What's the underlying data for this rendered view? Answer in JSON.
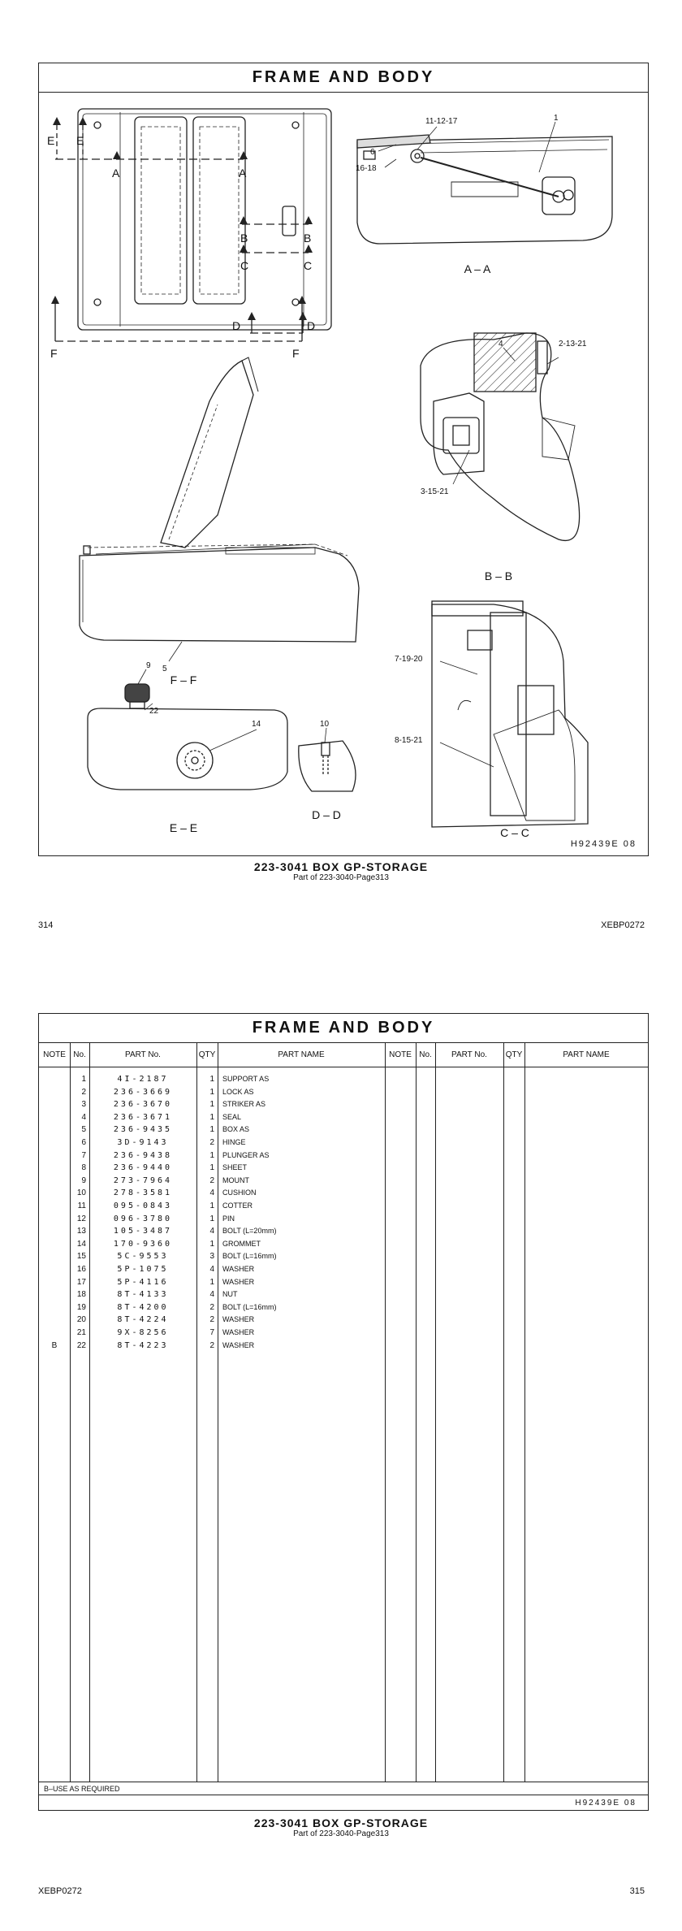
{
  "top_page": {
    "section_title": "FRAME AND BODY",
    "figure_code": "H92439E  08",
    "caption_main": "223-3041  BOX GP-STORAGE",
    "caption_sub": "Part of 223-3040-Page313",
    "page_number": "314",
    "doc_code": "XEBP0272",
    "view_labels": {
      "aa": "A – A",
      "bb": "B – B",
      "ff": "F – F",
      "ee": "E – E",
      "dd": "D – D",
      "cc": "C – C"
    },
    "section_markers": {
      "a": "A",
      "b": "B",
      "c": "C",
      "d": "D",
      "e": "E",
      "f": "F"
    },
    "callouts": {
      "c_11_12_17": "11-12-17",
      "c_1": "1",
      "c_6": "6",
      "c_16_18": "16-18",
      "c_4": "4",
      "c_2_13_21": "2-13-21",
      "c_3_15_21": "3-15-21",
      "c_5": "5",
      "c_7_19_20": "7-19-20",
      "c_8_15_21": "8-15-21",
      "c_9": "9",
      "c_22": "22",
      "c_14": "14",
      "c_10": "10"
    }
  },
  "bottom_page": {
    "section_title": "FRAME AND BODY",
    "headers": {
      "note": "NOTE",
      "no": "No.",
      "part_no": "PART No.",
      "qty": "QTY",
      "part_name": "PART NAME",
      "note2": "NOTE",
      "no2": "No.",
      "part_no2": "PART No.",
      "qty2": "QTY",
      "part_name2": "PART NAME"
    },
    "parts": [
      {
        "note": "",
        "no": "1",
        "part_no": "4I-2187",
        "qty": "1",
        "name": "SUPPORT AS"
      },
      {
        "note": "",
        "no": "2",
        "part_no": "236-3669",
        "qty": "1",
        "name": "LOCK AS"
      },
      {
        "note": "",
        "no": "3",
        "part_no": "236-3670",
        "qty": "1",
        "name": "STRIKER AS"
      },
      {
        "note": "",
        "no": "4",
        "part_no": "236-3671",
        "qty": "1",
        "name": "SEAL"
      },
      {
        "note": "",
        "no": "5",
        "part_no": "236-9435",
        "qty": "1",
        "name": "BOX AS"
      },
      {
        "note": "",
        "no": "6",
        "part_no": "3D-9143",
        "qty": "2",
        "name": "HINGE"
      },
      {
        "note": "",
        "no": "7",
        "part_no": "236-9438",
        "qty": "1",
        "name": "PLUNGER AS"
      },
      {
        "note": "",
        "no": "8",
        "part_no": "236-9440",
        "qty": "1",
        "name": "SHEET"
      },
      {
        "note": "",
        "no": "9",
        "part_no": "273-7964",
        "qty": "2",
        "name": "MOUNT"
      },
      {
        "note": "",
        "no": "10",
        "part_no": "278-3581",
        "qty": "4",
        "name": "CUSHION"
      },
      {
        "note": "",
        "no": "11",
        "part_no": "095-0843",
        "qty": "1",
        "name": "COTTER"
      },
      {
        "note": "",
        "no": "12",
        "part_no": "096-3780",
        "qty": "1",
        "name": "PIN"
      },
      {
        "note": "",
        "no": "13",
        "part_no": "105-3487",
        "qty": "4",
        "name": "BOLT (L=20mm)"
      },
      {
        "note": "",
        "no": "14",
        "part_no": "170-9360",
        "qty": "1",
        "name": "GROMMET"
      },
      {
        "note": "",
        "no": "15",
        "part_no": "5C-9553",
        "qty": "3",
        "name": "BOLT (L=16mm)"
      },
      {
        "note": "",
        "no": "16",
        "part_no": "5P-1075",
        "qty": "4",
        "name": "WASHER"
      },
      {
        "note": "",
        "no": "17",
        "part_no": "5P-4116",
        "qty": "1",
        "name": "WASHER"
      },
      {
        "note": "",
        "no": "18",
        "part_no": "8T-4133",
        "qty": "4",
        "name": "NUT"
      },
      {
        "note": "",
        "no": "19",
        "part_no": "8T-4200",
        "qty": "2",
        "name": "BOLT (L=16mm)"
      },
      {
        "note": "",
        "no": "20",
        "part_no": "8T-4224",
        "qty": "2",
        "name": "WASHER"
      },
      {
        "note": "",
        "no": "21",
        "part_no": "9X-8256",
        "qty": "7",
        "name": "WASHER"
      },
      {
        "note": "B",
        "no": "22",
        "part_no": "8T-4223",
        "qty": "2",
        "name": "WASHER"
      }
    ],
    "footnote": "B–USE AS REQUIRED",
    "figure_code": "H92439E  08",
    "caption_main": "223-3041  BOX GP-STORAGE",
    "caption_sub": "Part of 223-3040-Page313",
    "doc_code": "XEBP0272",
    "page_number": "315"
  }
}
